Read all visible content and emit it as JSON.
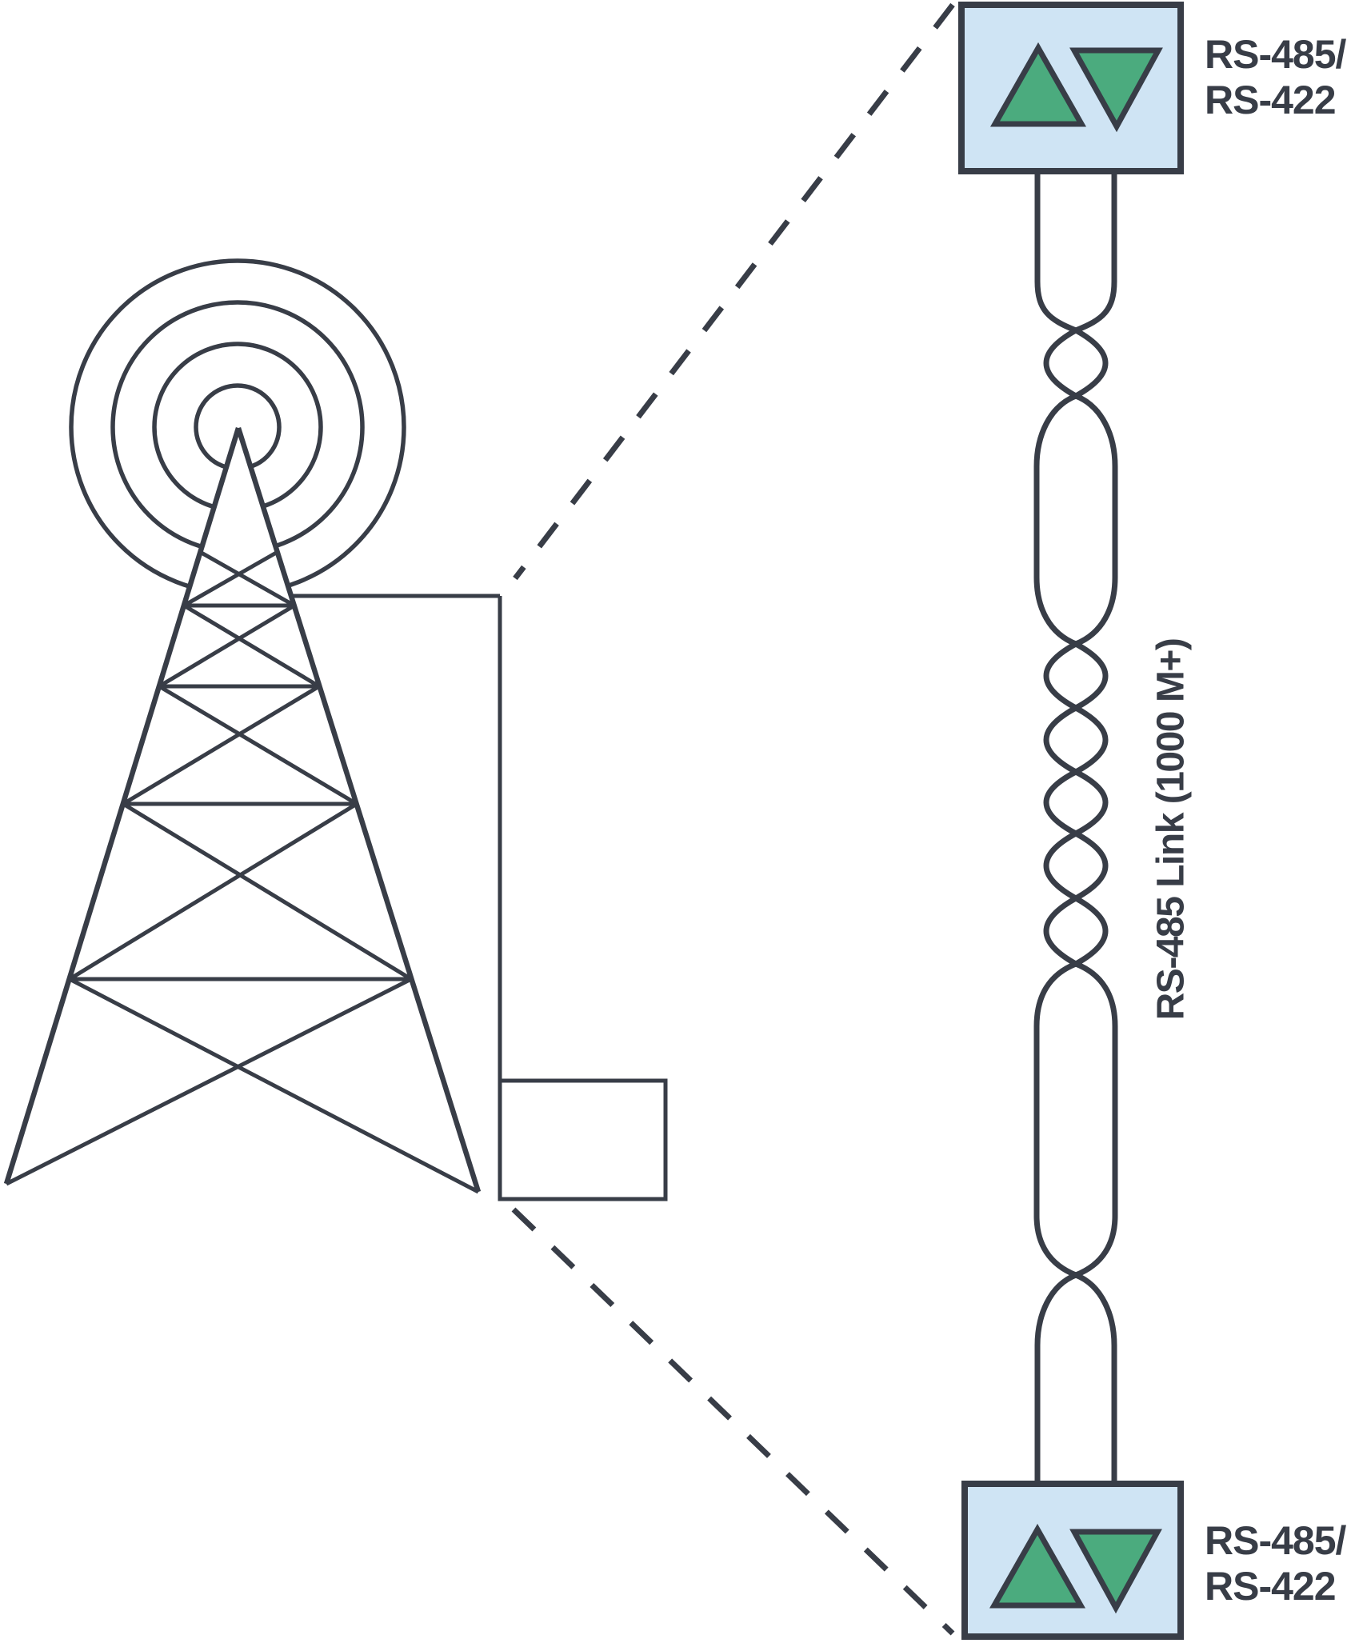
{
  "colors": {
    "bg": "#ffffff",
    "line": "#383d47",
    "box_fill": "#cfe4f4",
    "green": "#4bab7e",
    "text": "#383d47"
  },
  "top_transceiver": {
    "line1": "RS-485/",
    "line2": "RS-422"
  },
  "bottom_transceiver": {
    "line1": "RS-485/",
    "line2": "RS-422"
  },
  "cable": {
    "label": "RS-485 Link (1000 M+)"
  },
  "icons": {
    "signal_waves": "concentric-circles",
    "tower": "lattice-radio-mast",
    "transmit_symbol": "up-triangle",
    "receive_symbol": "down-triangle",
    "cable_symbol": "twisted-pair"
  }
}
